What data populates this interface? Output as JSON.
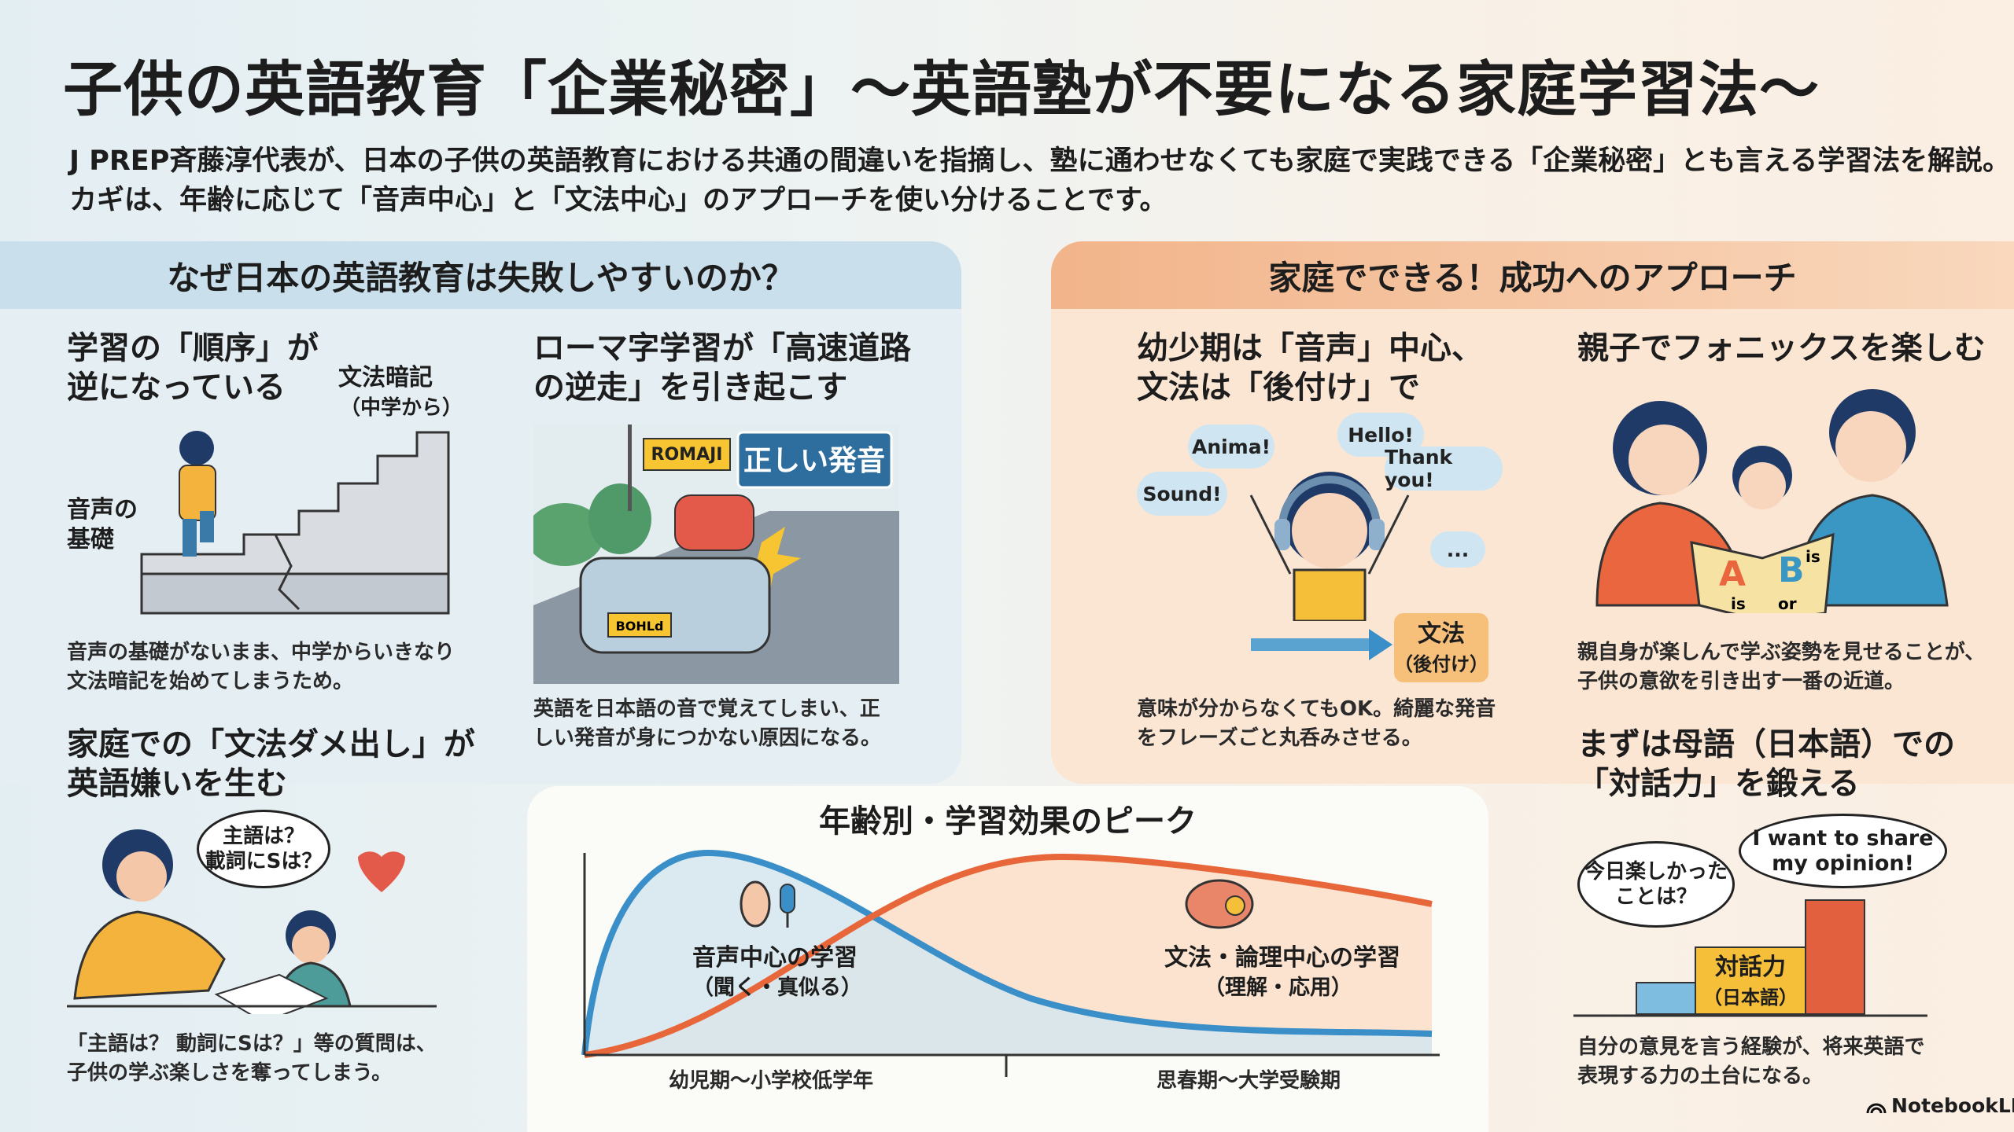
{
  "header": {
    "title": "子供の英語教育「企業秘密」～英語塾が不要になる家庭学習法～",
    "subtitle_line1": "J PREP斉藤淳代表が、日本の子供の英語教育における共通の間違いを指摘し、塾に通わせなくても家庭で実践できる「企業秘密」とも言える学習法を解説。",
    "subtitle_line2": "カギは、年齢に応じて「音声中心」と「文法中心」のアプローチを使い分けることです。"
  },
  "left_section": {
    "heading": "なぜ日本の英語教育は失敗しやすいのか？",
    "order": {
      "title1": "学習の「順序」が",
      "title2": "逆になっている",
      "label_top1": "文法暗記",
      "label_top2": "（中学から）",
      "label_base1": "音声の",
      "label_base2": "基礎",
      "desc1": "音声の基礎がないまま、中学からいきなり",
      "desc2": "文法暗記を始めてしまうため。"
    },
    "romaji": {
      "title1": "ローマ字学習が「高速道路",
      "title2": "の逆走」を引き起こす",
      "sign_romaji": "ROMAJI",
      "sign_correct": "正しい発音",
      "plate": "BOHLd",
      "desc1": "英語を日本語の音で覚えてしまい、正",
      "desc2": "しい発音が身につかない原因になる。"
    },
    "grammar": {
      "title1": "家庭での「文法ダメ出し」が",
      "title2": "英語嫌いを生む",
      "bubble1": "主語は？",
      "bubble2": "載詞にSは？",
      "desc1": "「主語は？ 動詞にSは？」等の質問は、",
      "desc2": "子供の学ぶ楽しさを奪ってしまう。"
    }
  },
  "right_section": {
    "heading": "家庭でできる！成功へのアプローチ",
    "sound": {
      "title1": "幼少期は「音声」中心、",
      "title2": "文法は「後付け」で",
      "bubbles": [
        "Anima!",
        "Hello!",
        "Thank you!",
        "Sound!",
        "..."
      ],
      "box1": "文法",
      "box2": "（後付け）",
      "desc1": "意味が分からなくてもOK。綺麗な発音",
      "desc2": "をフレーズごと丸呑みさせる。"
    },
    "phonics": {
      "title": "親子でフォニックスを楽しむ",
      "book": [
        "A",
        "B",
        "is",
        "is",
        "or"
      ],
      "desc1": "親自身が楽しんで学ぶ姿勢を見せることが、",
      "desc2": "子供の意欲を引き出す一番の近道。"
    },
    "dialogue": {
      "title1": "まずは母語（日本語）での",
      "title2": "「対話力」を鍛える",
      "bubble_ja1": "今日楽しかった",
      "bubble_ja2": "ことは？",
      "bubble_en1": "I want to share",
      "bubble_en2": "my opinion!",
      "block1": "対話力",
      "block2": "（日本語）",
      "desc1": "自分の意見を言う経験が、将来英語で",
      "desc2": "表現する力の土台になる。"
    }
  },
  "chart": {
    "title": "年齢別・学習効果のピーク",
    "sound_label1": "音声中心の学習",
    "sound_label2": "（聞く・真似る）",
    "grammar_label1": "文法・論理中心の学習",
    "grammar_label2": "（理解・応用）",
    "x_left": "幼児期～小学校低学年",
    "x_right": "思春期～大学受験期",
    "colors": {
      "sound": "#3b8fc9",
      "grammar": "#e8673a"
    }
  },
  "footer": {
    "brand": "NotebookLM"
  }
}
